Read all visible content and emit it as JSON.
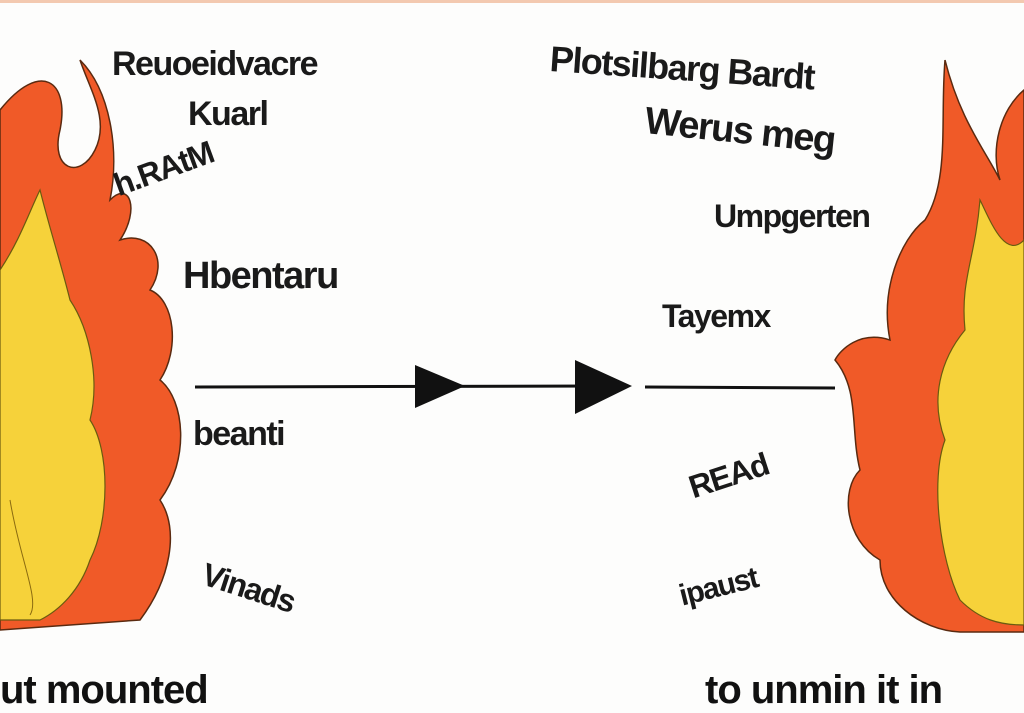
{
  "left_labels": [
    "Reuoeidvacre",
    "Kuarl",
    "h.RAtM",
    "Hbentaru",
    "beanti",
    "Vinads"
  ],
  "right_labels": [
    "Plotsilbarg Bardt",
    "Werus meg",
    "Umpgerten",
    "Tayemx",
    "REAd",
    "ipaust"
  ],
  "bottom_text": {
    "left": "ut mounted",
    "right": "to unmin it in"
  },
  "colors": {
    "flame_outer": "#f05a28",
    "flame_inner": "#f6d23a",
    "arrow": "#111111"
  }
}
